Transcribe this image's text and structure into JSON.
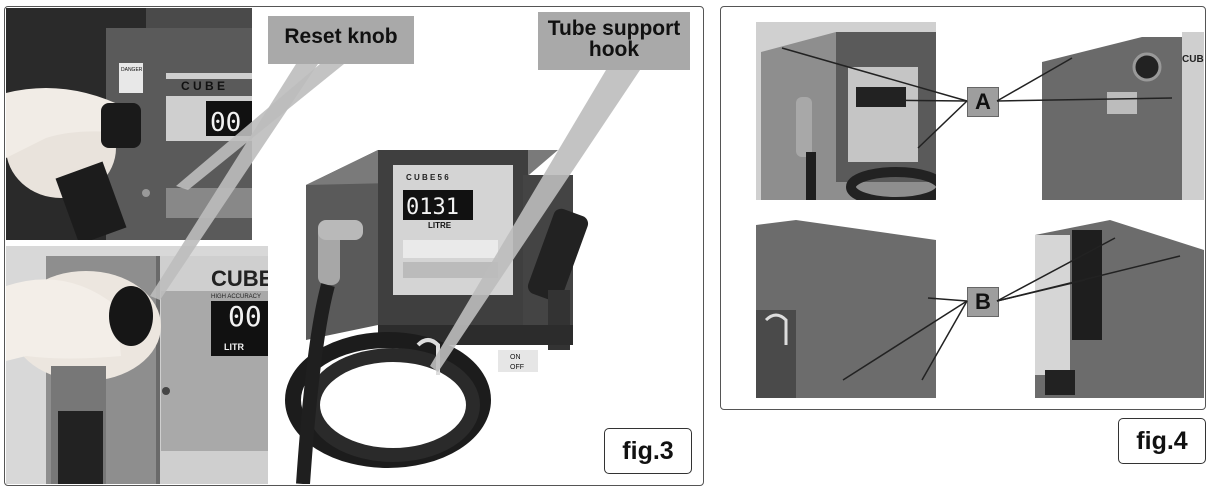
{
  "fig3": {
    "label": "fig.3",
    "callouts": {
      "reset_knob": "Reset knob",
      "tube_hook_line1": "Tube support",
      "tube_hook_line2": "hook"
    },
    "printed": {
      "brand_top": "C U B E",
      "brand_main": "C U B E  5 6",
      "brand_bottom": "CUBE",
      "brand_sub": "HIGH ACCURACY",
      "litre": "LITRE",
      "litre_short": "LITR",
      "display_digits": "0131",
      "display_top": "00",
      "display_bottom": "00",
      "danger": "DANGER",
      "switch_on": "ON",
      "switch_off": "OFF"
    }
  },
  "fig4": {
    "label": "fig.4",
    "markers": {
      "a": "A",
      "b": "B"
    },
    "printed": {
      "brand": "CUBE"
    }
  },
  "colors": {
    "callout_fill": "#a9a9a9",
    "frame_border": "#555555"
  }
}
